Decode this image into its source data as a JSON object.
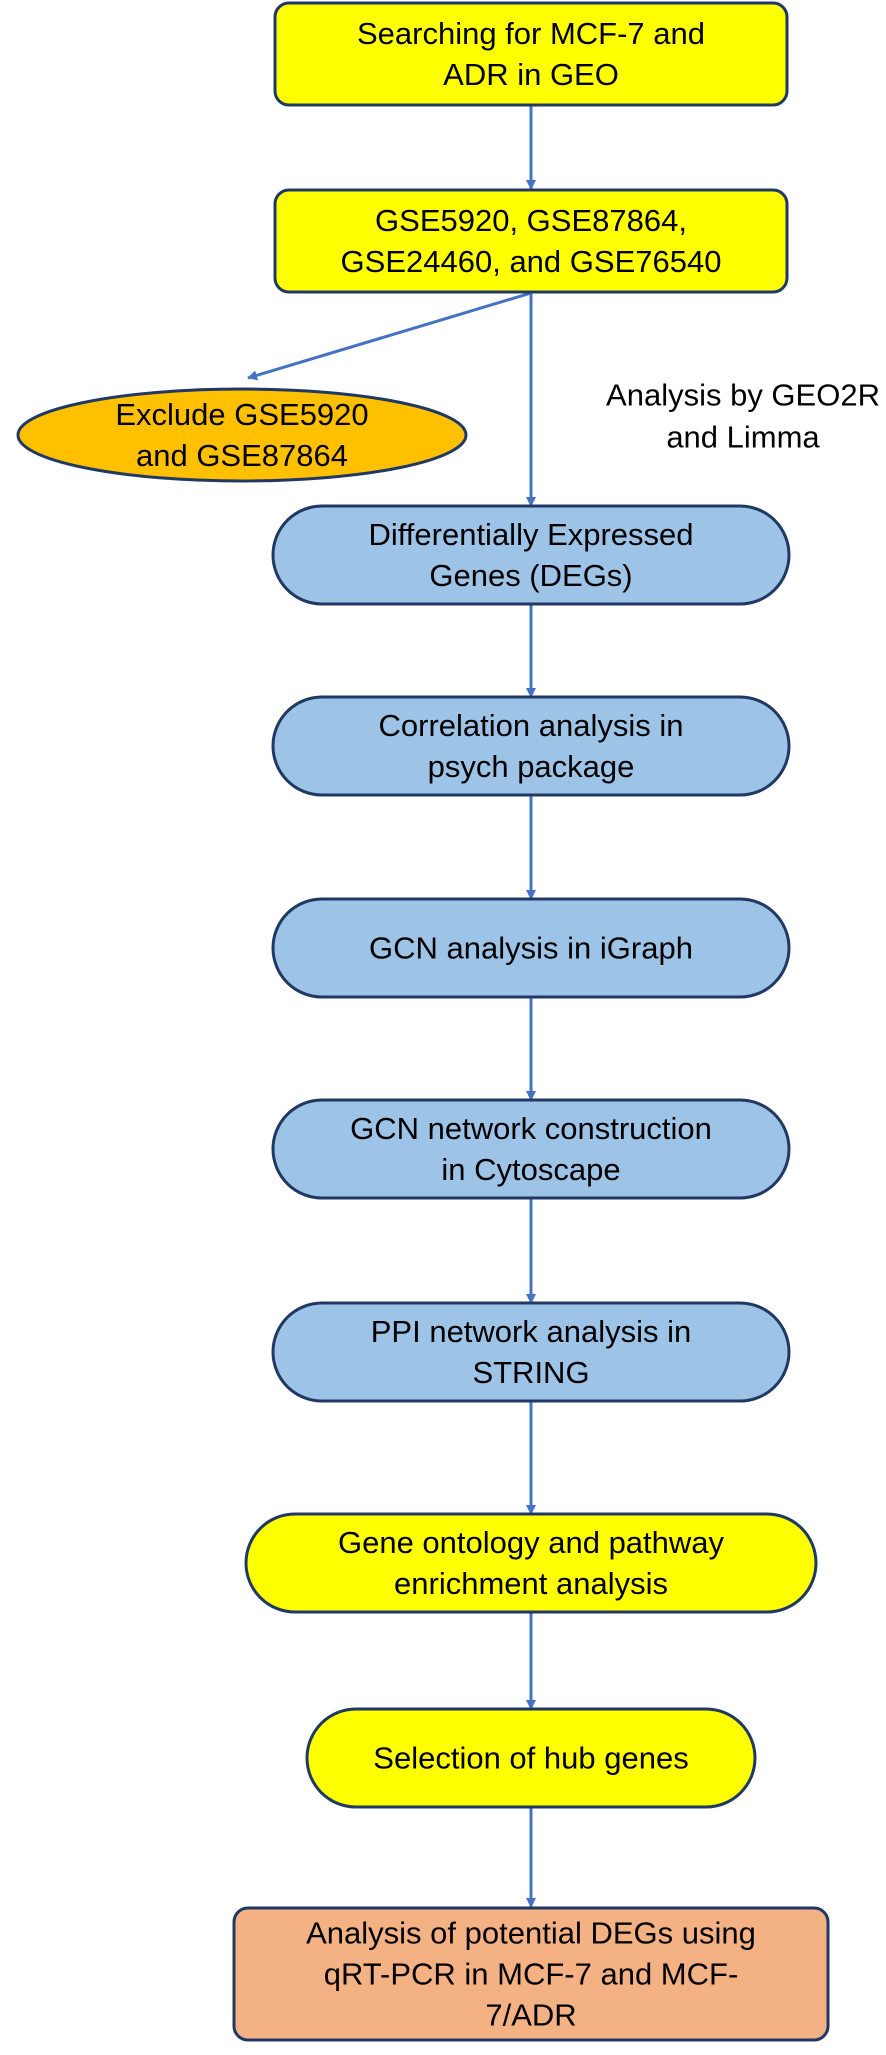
{
  "flow": {
    "nodes": [
      {
        "id": "n1",
        "lines": [
          "Searching for MCF-7 and",
          "ADR in GEO"
        ],
        "fill": "#ffff00",
        "shape": "rect"
      },
      {
        "id": "n2",
        "lines": [
          "GSE5920, GSE87864,",
          "GSE24460, and GSE76540"
        ],
        "fill": "#ffff00",
        "shape": "rect"
      },
      {
        "id": "n3",
        "lines": [
          "Exclude GSE5920",
          "and GSE87864"
        ],
        "fill": "#ffc000",
        "shape": "ellipse"
      },
      {
        "id": "n4",
        "lines": [
          "Differentially Expressed",
          "Genes (DEGs)"
        ],
        "fill": "#9dc3e6",
        "shape": "stadium"
      },
      {
        "id": "n5",
        "lines": [
          "Correlation analysis in",
          "psych package"
        ],
        "fill": "#9dc3e6",
        "shape": "stadium"
      },
      {
        "id": "n6",
        "lines": [
          "GCN analysis in iGraph"
        ],
        "fill": "#9dc3e6",
        "shape": "stadium"
      },
      {
        "id": "n7",
        "lines": [
          "GCN network construction",
          "in Cytoscape"
        ],
        "fill": "#9dc3e6",
        "shape": "stadium"
      },
      {
        "id": "n8",
        "lines": [
          "PPI network analysis in",
          "STRING"
        ],
        "fill": "#9dc3e6",
        "shape": "stadium"
      },
      {
        "id": "n9",
        "lines": [
          "Gene ontology and pathway",
          "enrichment analysis"
        ],
        "fill": "#ffff00",
        "shape": "stadium"
      },
      {
        "id": "n10",
        "lines": [
          "Selection of hub genes"
        ],
        "fill": "#ffff00",
        "shape": "stadium"
      },
      {
        "id": "n11",
        "lines": [
          "Analysis of potential DEGs using",
          "qRT-PCR in MCF-7 and MCF-",
          "7/ADR"
        ],
        "fill": "#f4b183",
        "shape": "rect"
      }
    ],
    "annotation": {
      "lines": [
        "Analysis by GEO2R",
        "and Limma"
      ]
    },
    "edges": [
      {
        "from": "n1",
        "to": "n2"
      },
      {
        "from": "n2",
        "to": "n3"
      },
      {
        "from": "n2",
        "to": "n4"
      },
      {
        "from": "n4",
        "to": "n5"
      },
      {
        "from": "n5",
        "to": "n6"
      },
      {
        "from": "n6",
        "to": "n7"
      },
      {
        "from": "n7",
        "to": "n8"
      },
      {
        "from": "n8",
        "to": "n9"
      },
      {
        "from": "n9",
        "to": "n10"
      },
      {
        "from": "n10",
        "to": "n11"
      }
    ],
    "colors": {
      "stroke": "#1f3864",
      "arrow": "#4472c4",
      "text": "#000000"
    }
  }
}
